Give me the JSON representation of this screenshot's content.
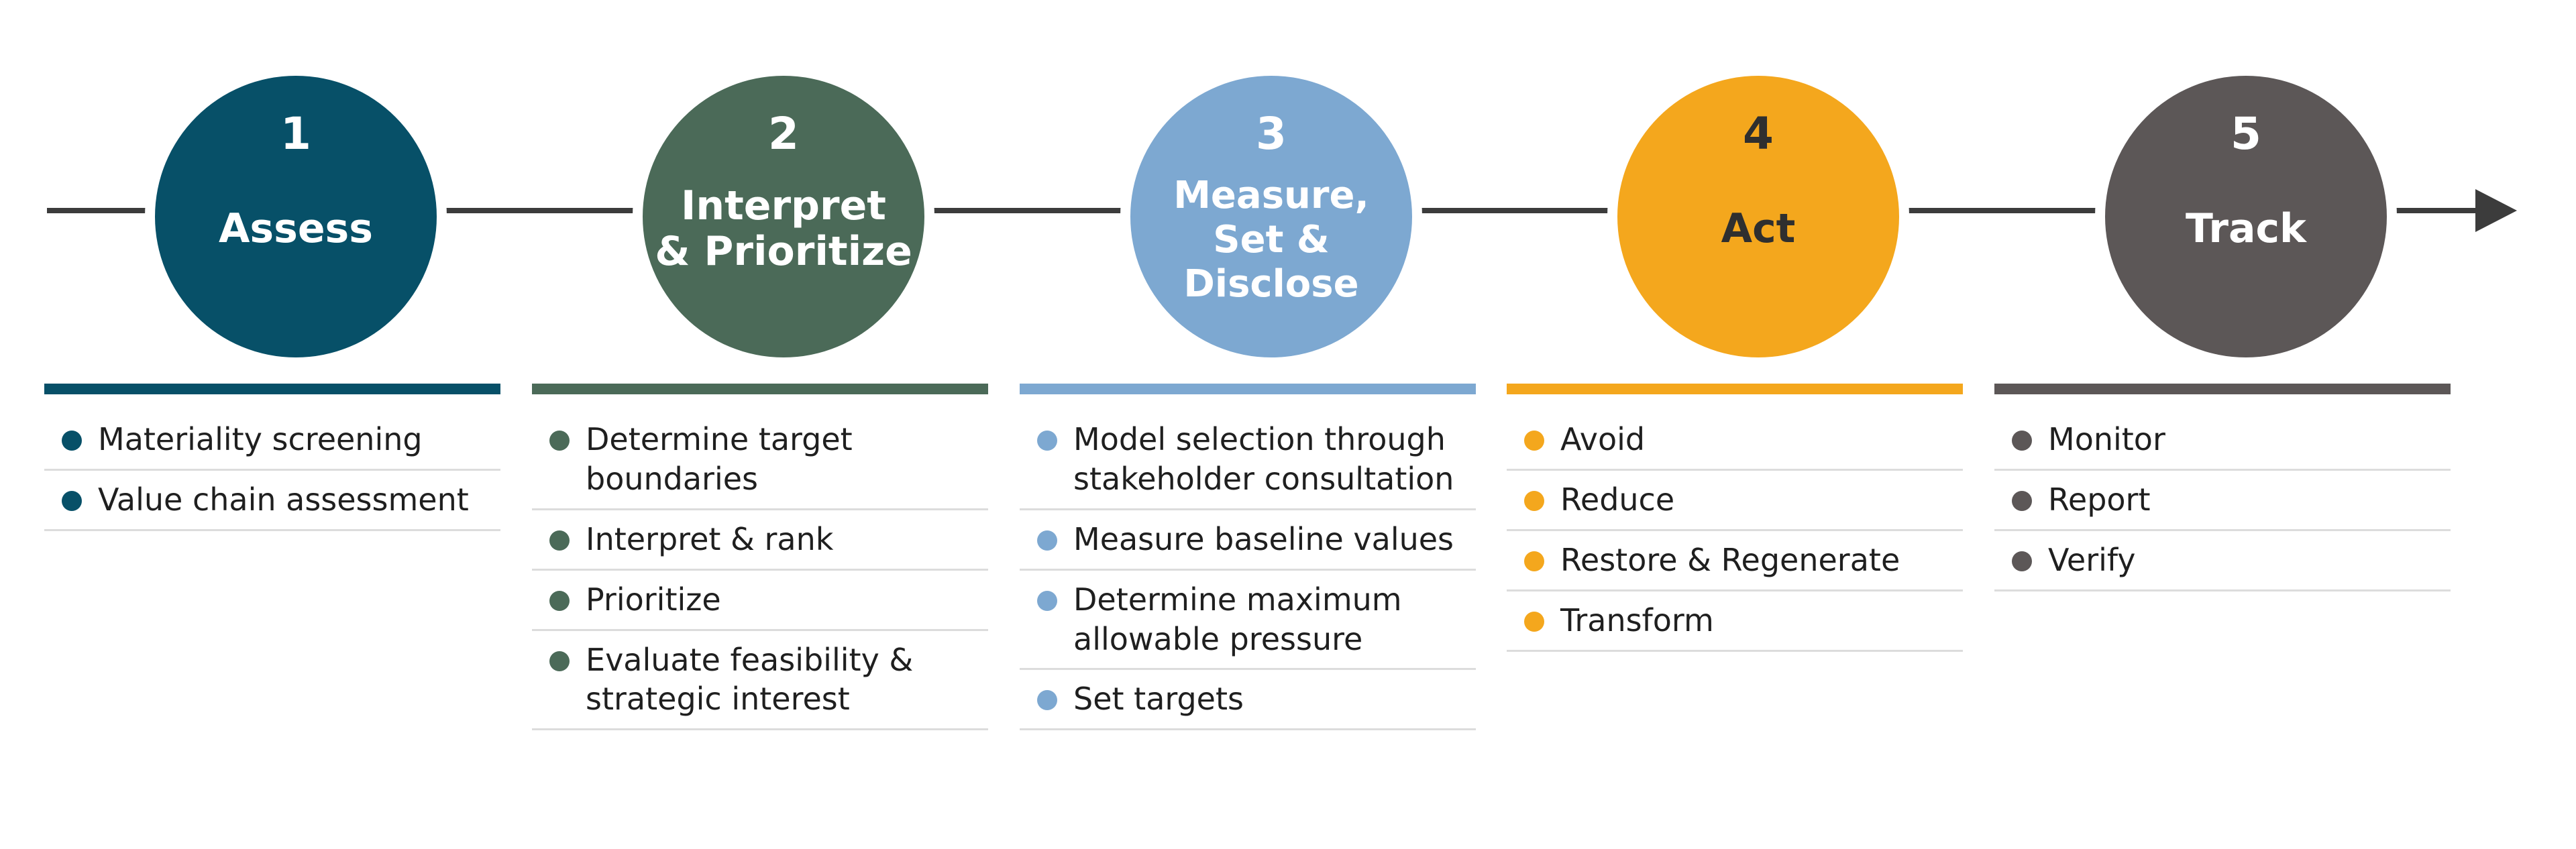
{
  "colors": {
    "line": "#3c3c3c",
    "step1": "#075068",
    "step2": "#4b6a58",
    "step3": "#7da8d1",
    "step4": "#f4a71d",
    "step5": "#5c5757"
  },
  "steps": [
    {
      "number": "1",
      "title": "Assess",
      "items": [
        "Materiality screening",
        "Value chain assessment"
      ]
    },
    {
      "number": "2",
      "title": "Interpret\n& Prioritize",
      "items": [
        "Determine target\nboundaries",
        "Interpret & rank",
        "Prioritize",
        "Evaluate feasibility &\nstrategic interest"
      ]
    },
    {
      "number": "3",
      "title": "Measure,\nSet &\nDisclose",
      "items": [
        "Model selection through\nstakeholder consultation",
        "Measure baseline values",
        "Determine maximum\nallowable pressure",
        "Set targets"
      ]
    },
    {
      "number": "4",
      "title": "Act",
      "items": [
        "Avoid",
        "Reduce",
        "Restore & Regenerate",
        "Transform"
      ]
    },
    {
      "number": "5",
      "title": "Track",
      "items": [
        "Monitor",
        "Report",
        "Verify"
      ]
    }
  ]
}
